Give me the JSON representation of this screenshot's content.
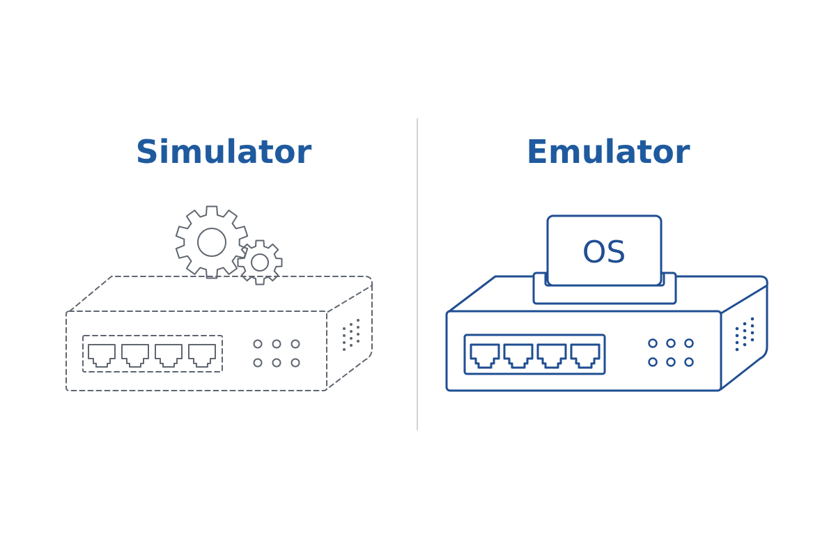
{
  "left_panel": {
    "title": "Simulator"
  },
  "right_panel": {
    "title": "Emulator",
    "os_label": "OS"
  },
  "colors": {
    "title_blue": "#1f5a9e",
    "simulator_gray": "#5f6670",
    "emulator_blue": "#1f4e92",
    "divider": "#d2d2d2"
  }
}
